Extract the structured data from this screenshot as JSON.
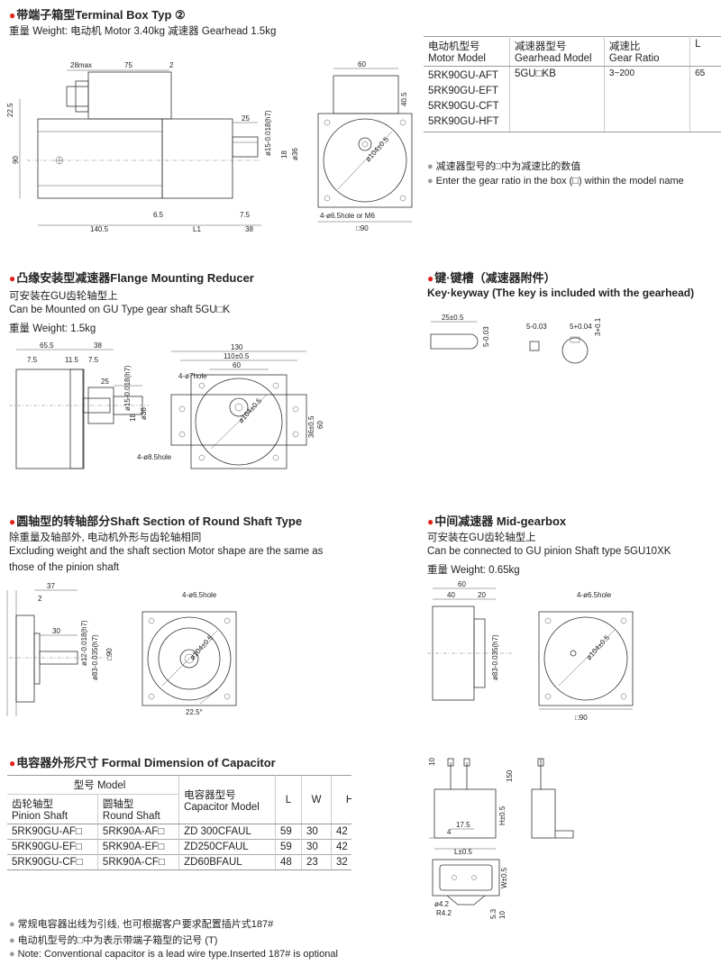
{
  "section1": {
    "title": "带端子箱型Terminal Box Typ ②",
    "weight": "重量 Weight: 电动机 Motor 3.40kg  减速器 Gearhead 1.5kg",
    "dims": {
      "d28max": "28max",
      "d75": "75",
      "d2": "2",
      "d22_5": "22.5",
      "d90": "90",
      "d25": "25",
      "d15": "ø15-0.018(h7)",
      "d18": "18",
      "d36": "ø36",
      "d6_5": "6.5",
      "dL1": "L1",
      "d7_5": "7.5",
      "d140_5": "140.5",
      "d38": "38",
      "d60": "60",
      "d40_5": "40.5",
      "d104": "ø104±0.5",
      "hole": "4-ø6.5hole or M6",
      "sq90": "□90"
    },
    "table": {
      "headers": [
        {
          "cn": "电动机型号",
          "en": "Motor Model"
        },
        {
          "cn": "减速器型号",
          "en": "Gearhead Model"
        },
        {
          "cn": "减速比",
          "en": "Gear Ratio"
        },
        {
          "cn": "L",
          "en": ""
        }
      ],
      "motors": [
        "5RK90GU-AFT",
        "5RK90GU-EFT",
        "5RK90GU-CFT",
        "5RK90GU-HFT"
      ],
      "gearhead": "5GU□KB",
      "ratio": "3~200",
      "l": "65"
    },
    "notes": [
      "减速器型号的□中为减速比的数值",
      "Enter the gear ratio in the box (□) within the model name"
    ]
  },
  "section2": {
    "title": "凸缘安装型减速器Flange Mounting Reducer",
    "lines": [
      "可安装在GU齿轮轴型上",
      "Can be Mounted on GU Type gear shaft 5GU□K",
      "重量 Weight: 1.5kg"
    ],
    "dims": {
      "d65_5": "65.5",
      "d38": "38",
      "d7_5": "7.5",
      "d11_5": "11.5",
      "d25": "25",
      "d15": "ø15-0.018(h7)",
      "d18": "18",
      "d36": "ø36",
      "d130": "130",
      "d110": "110±0.5",
      "d60": "60",
      "hole7": "4-ø7hole",
      "d104": "ø104±0.5",
      "d36b": "36±0.5",
      "d60b": "60",
      "hole85": "4-ø8.5hole"
    }
  },
  "section3": {
    "title": "键·键槽（减速器附件）",
    "subtitle": "Key·keyway (The key is included with the gearhead)",
    "dims": {
      "d25": "25±0.5",
      "d5a": "5-0.03",
      "d5b": "5-0.03",
      "d5c": "5+0.04",
      "d3": "3+0.1"
    }
  },
  "section4": {
    "title": "圆轴型的转轴部分Shaft Section of Round Shaft Type",
    "lines": [
      "除重量及轴部外, 电动机外形与齿轮轴相同",
      "Excluding weight and the shaft section Motor shape are the same as",
      "those of the pinion shaft"
    ],
    "dims": {
      "d37": "37",
      "d2": "2",
      "d30": "30",
      "d12": "ø12-0.018(h7)",
      "d83": "ø83-0.035(h7)",
      "hole": "4-ø6.5hole",
      "d104": "ø104±0.5",
      "sq90": "□90",
      "a22_5": "22.5°"
    }
  },
  "section5": {
    "title": "中间减速器 Mid-gearbox",
    "lines": [
      "可安装在GU齿轮轴型上",
      "Can be connected to GU pinion Shaft type 5GU10XK",
      "重量 Weight: 0.65kg"
    ],
    "dims": {
      "d60": "60",
      "d40": "40",
      "d20": "20",
      "d83": "ø83-0.035(h7)",
      "hole": "4-ø6.5hole",
      "d104": "ø104±0.5",
      "sq90": "□90"
    }
  },
  "section6": {
    "title": "电容器外形尺寸 Formal Dimension of Capacitor",
    "table": {
      "h_model": "型号 Model",
      "h_pinion_cn": "齿轮轴型",
      "h_pinion_en": "Pinion Shaft",
      "h_round_cn": "圆轴型",
      "h_round_en": "Round Shaft",
      "h_cap_cn": "电容器型号",
      "h_cap_en": "Capacitor Model",
      "h_l": "L",
      "h_w": "W",
      "h_h": "H",
      "rows": [
        {
          "pinion": "5RK90GU-AF□",
          "round": "5RK90A-AF□",
          "cap": "ZD 300CFAUL",
          "l": "59",
          "w": "30",
          "h": "42"
        },
        {
          "pinion": "5RK90GU-EF□",
          "round": "5RK90A-EF□",
          "cap": "ZD250CFAUL",
          "l": "59",
          "w": "30",
          "h": "42"
        },
        {
          "pinion": "5RK90GU-CF□",
          "round": "5RK90A-CF□",
          "cap": "ZD60BFAUL",
          "l": "48",
          "w": "23",
          "h": "32"
        }
      ]
    },
    "notes": [
      "常规电容器出线为引线, 也可根据客户要求配置插片式187#",
      "电动机型号的□中为表示带端子箱型的记号 (T)",
      "Note: Conventional capacitor is a lead wire type.Inserted 187#  is optional"
    ],
    "dims": {
      "d10": "10",
      "d150": "150",
      "d4": "4",
      "d17_5": "17.5",
      "dH": "H±0.5",
      "dL": "L±0.5",
      "dW": "W±0.5",
      "d4_2": "ø4.2",
      "r4_2": "R4.2",
      "d5_3": "5.3",
      "d10b": "10"
    }
  }
}
